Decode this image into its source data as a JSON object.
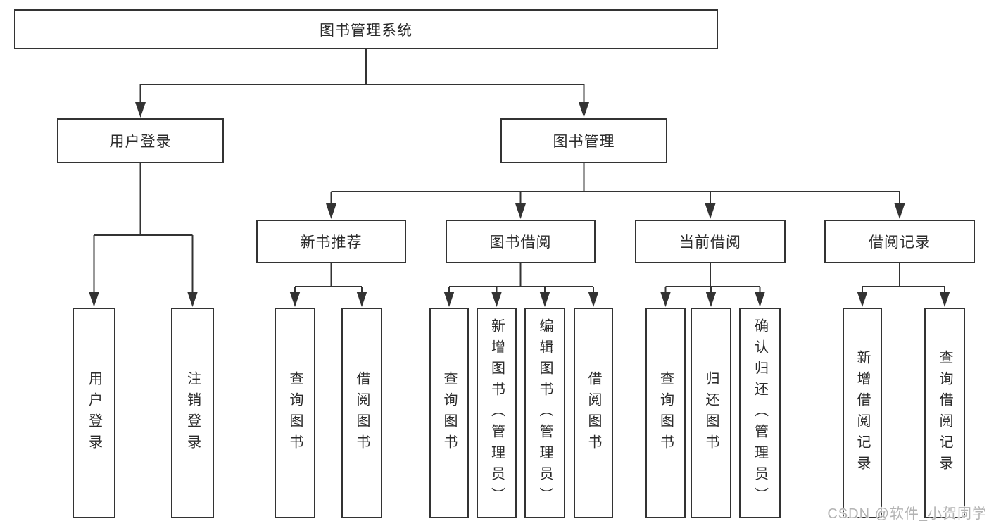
{
  "tree": {
    "label": "图书管理系统",
    "children": [
      {
        "label": "用户登录",
        "children": [
          {
            "label": "用户登录"
          },
          {
            "label": "注销登录"
          }
        ]
      },
      {
        "label": "图书管理",
        "children": [
          {
            "label": "新书推荐",
            "children": [
              {
                "label": "查询图书"
              },
              {
                "label": "借阅图书"
              }
            ]
          },
          {
            "label": "图书借阅",
            "children": [
              {
                "label": "查询图书"
              },
              {
                "label": "新增图书（管理员）"
              },
              {
                "label": "编辑图书（管理员）"
              },
              {
                "label": "借阅图书"
              }
            ]
          },
          {
            "label": "当前借阅",
            "children": [
              {
                "label": "查询图书"
              },
              {
                "label": "归还图书"
              },
              {
                "label": "确认归还（管理员）"
              }
            ]
          },
          {
            "label": "借阅记录",
            "children": [
              {
                "label": "新增借阅记录"
              },
              {
                "label": "查询借阅记录"
              }
            ]
          }
        ]
      }
    ]
  },
  "watermark": "CSDN @软件_小贺同学",
  "colors": {
    "line": "#333333",
    "box_border": "#333333",
    "box_fill": "#ffffff",
    "text": "#2b2b2b",
    "watermark_text": "#b3b3b3",
    "background": "#ffffff"
  }
}
